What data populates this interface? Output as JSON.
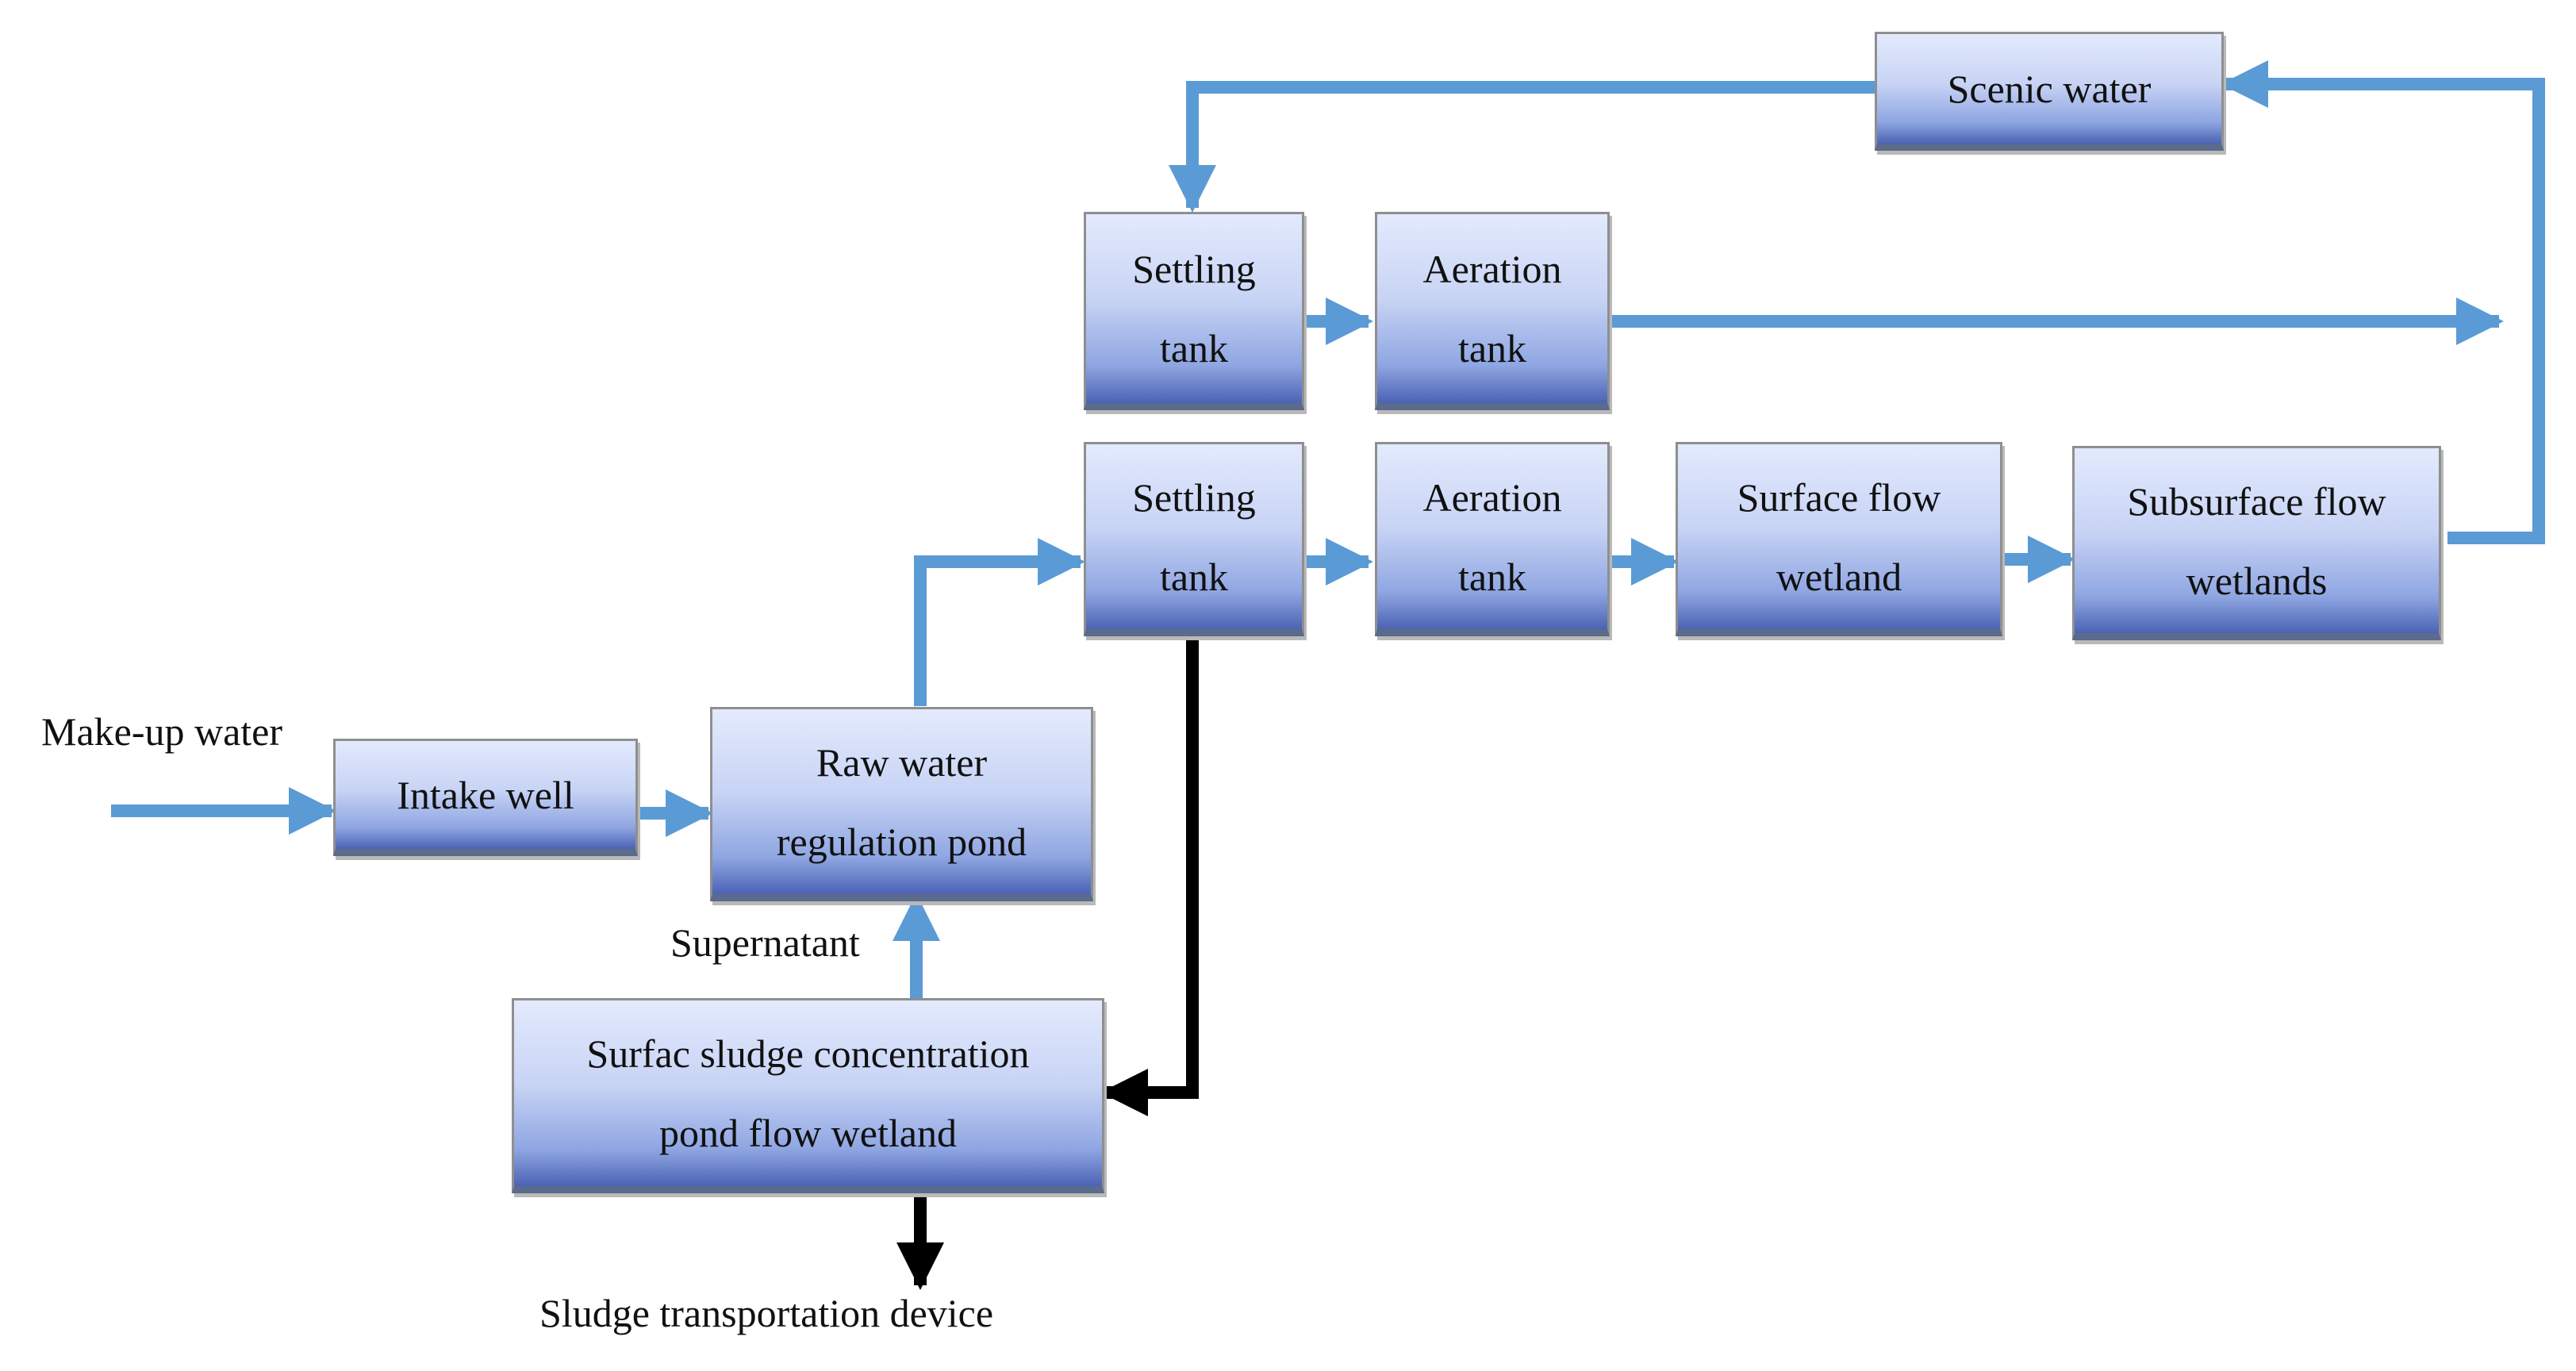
{
  "colors": {
    "flow": "#5b9bd5",
    "sludge": "#000000"
  },
  "boxes": {
    "scenic_water": {
      "line1": "Scenic water"
    },
    "settling_top": {
      "line1": "Settling",
      "line2": "tank"
    },
    "aeration_top": {
      "line1": "Aeration",
      "line2": "tank"
    },
    "settling_mid": {
      "line1": "Settling",
      "line2": "tank"
    },
    "aeration_mid": {
      "line1": "Aeration",
      "line2": "tank"
    },
    "surface_flow": {
      "line1": "Surface flow",
      "line2": "wetland"
    },
    "subsurface_flow": {
      "line1": "Subsurface flow",
      "line2": "wetlands"
    },
    "intake_well": {
      "line1": "Intake well"
    },
    "raw_water": {
      "line1": "Raw water",
      "line2": "regulation pond"
    },
    "sludge_pond": {
      "line1": "Surfac sludge concentration",
      "line2": "pond flow wetland"
    }
  },
  "labels": {
    "makeup": "Make-up water",
    "supernatant": "Supernatant",
    "sludge_transport": "Sludge transportation device"
  }
}
